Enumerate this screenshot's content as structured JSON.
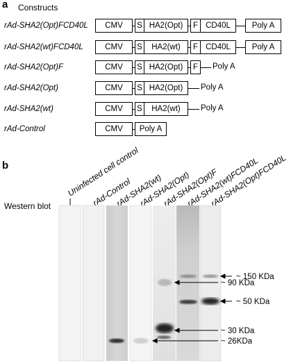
{
  "panel_a": {
    "letter": "a",
    "heading": "Constructs",
    "constructs": [
      {
        "name": "rAd-SHA2(Opt)FCD40L",
        "boxes": [
          "CMV",
          "S",
          "HA2(Opt)",
          "F",
          "CD40L",
          "Poly A"
        ]
      },
      {
        "name": "rAd-SHA2(wt)FCD40L",
        "boxes": [
          "CMV",
          "S",
          "HA2(wt)",
          "F",
          "CD40L",
          "Poly A"
        ]
      },
      {
        "name": "rAd-SHA2(Opt)F",
        "boxes": [
          "CMV",
          "S",
          "HA2(Opt)",
          "F"
        ],
        "tail": "Poly A"
      },
      {
        "name": "rAd-SHA2(Opt)",
        "boxes": [
          "CMV",
          "S",
          "HA2(Opt)"
        ],
        "tail": "Poly A"
      },
      {
        "name": "rAd-SHA2(wt)",
        "boxes": [
          "CMV",
          "S",
          "HA2(wt)"
        ],
        "tail": "Poly A"
      },
      {
        "name": "rAd-Control",
        "boxes": [
          "CMV"
        ],
        "tail": "Poly A"
      }
    ]
  },
  "panel_b": {
    "letter": "b",
    "method": "Western blot",
    "lanes": [
      "Uninfected cell control",
      "rAd-Control",
      "rAd-SHA2(wt)",
      "rAd-SHA2(Opt)",
      "rAd-SHA2(Opt)F",
      "rAd-SHA2(wt)FCD40L",
      "rAd-SHA2(Opt)FCD40L"
    ],
    "markers": [
      "~ 150 KDa",
      "~ 90 KDa",
      "~ 50 KDa",
      "~ 30 KDa",
      "~ 26KDa"
    ]
  }
}
